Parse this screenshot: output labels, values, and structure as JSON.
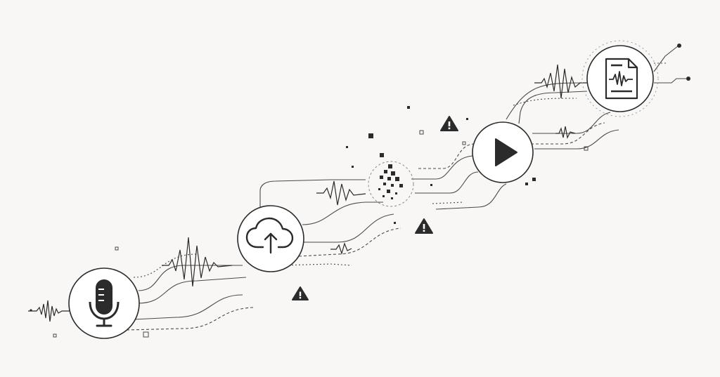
{
  "diagram": {
    "type": "pipeline",
    "stages": [
      {
        "name": "record",
        "icon": "microphone-icon"
      },
      {
        "name": "upload",
        "icon": "cloud-upload-icon"
      },
      {
        "name": "transmit",
        "icon": "pixel-noise-icon"
      },
      {
        "name": "play",
        "icon": "play-icon"
      },
      {
        "name": "transcript",
        "icon": "audio-document-icon"
      }
    ],
    "warnings": [
      {
        "icon": "warning-icon"
      },
      {
        "icon": "warning-icon"
      },
      {
        "icon": "warning-icon"
      }
    ]
  },
  "colors": {
    "background": "#f8f7f5",
    "ink": "#2b2b2b",
    "line": "#4a4a4a",
    "faint": "#9a9a9a"
  }
}
